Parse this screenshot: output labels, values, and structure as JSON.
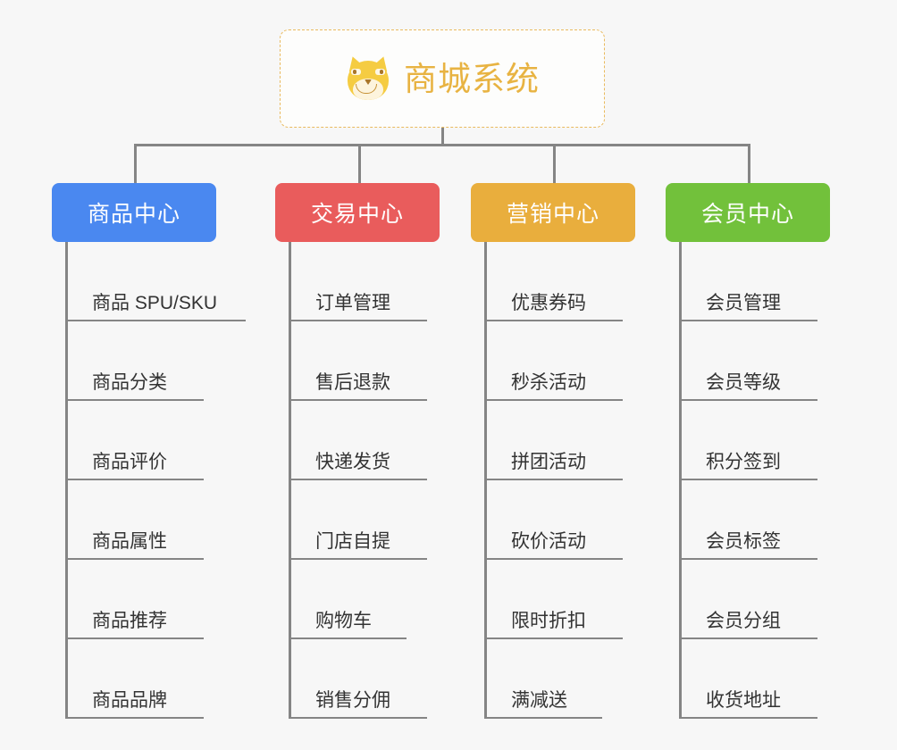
{
  "diagram": {
    "type": "mind-map",
    "background_color": "#f7f7f7",
    "root": {
      "icon": "shiba-dog-face-icon",
      "label": "商城系统",
      "text_color": "#e8b342",
      "border_color": "#e9ba5e"
    },
    "branches": [
      {
        "label": "商品中心",
        "color": "#4a88f0",
        "items": [
          "商品 SPU/SKU",
          "商品分类",
          "商品评价",
          "商品属性",
          "商品推荐",
          "商品品牌"
        ]
      },
      {
        "label": "交易中心",
        "color": "#e95c5c",
        "items": [
          "订单管理",
          "售后退款",
          "快递发货",
          "门店自提",
          "购物车",
          "销售分佣"
        ]
      },
      {
        "label": "营销中心",
        "color": "#e9ae3d",
        "items": [
          "优惠券码",
          "秒杀活动",
          "拼团活动",
          "砍价活动",
          "限时折扣",
          "满减送"
        ]
      },
      {
        "label": "会员中心",
        "color": "#72c13b",
        "items": [
          "会员管理",
          "会员等级",
          "积分签到",
          "会员标签",
          "会员分组",
          "收货地址"
        ]
      }
    ]
  }
}
